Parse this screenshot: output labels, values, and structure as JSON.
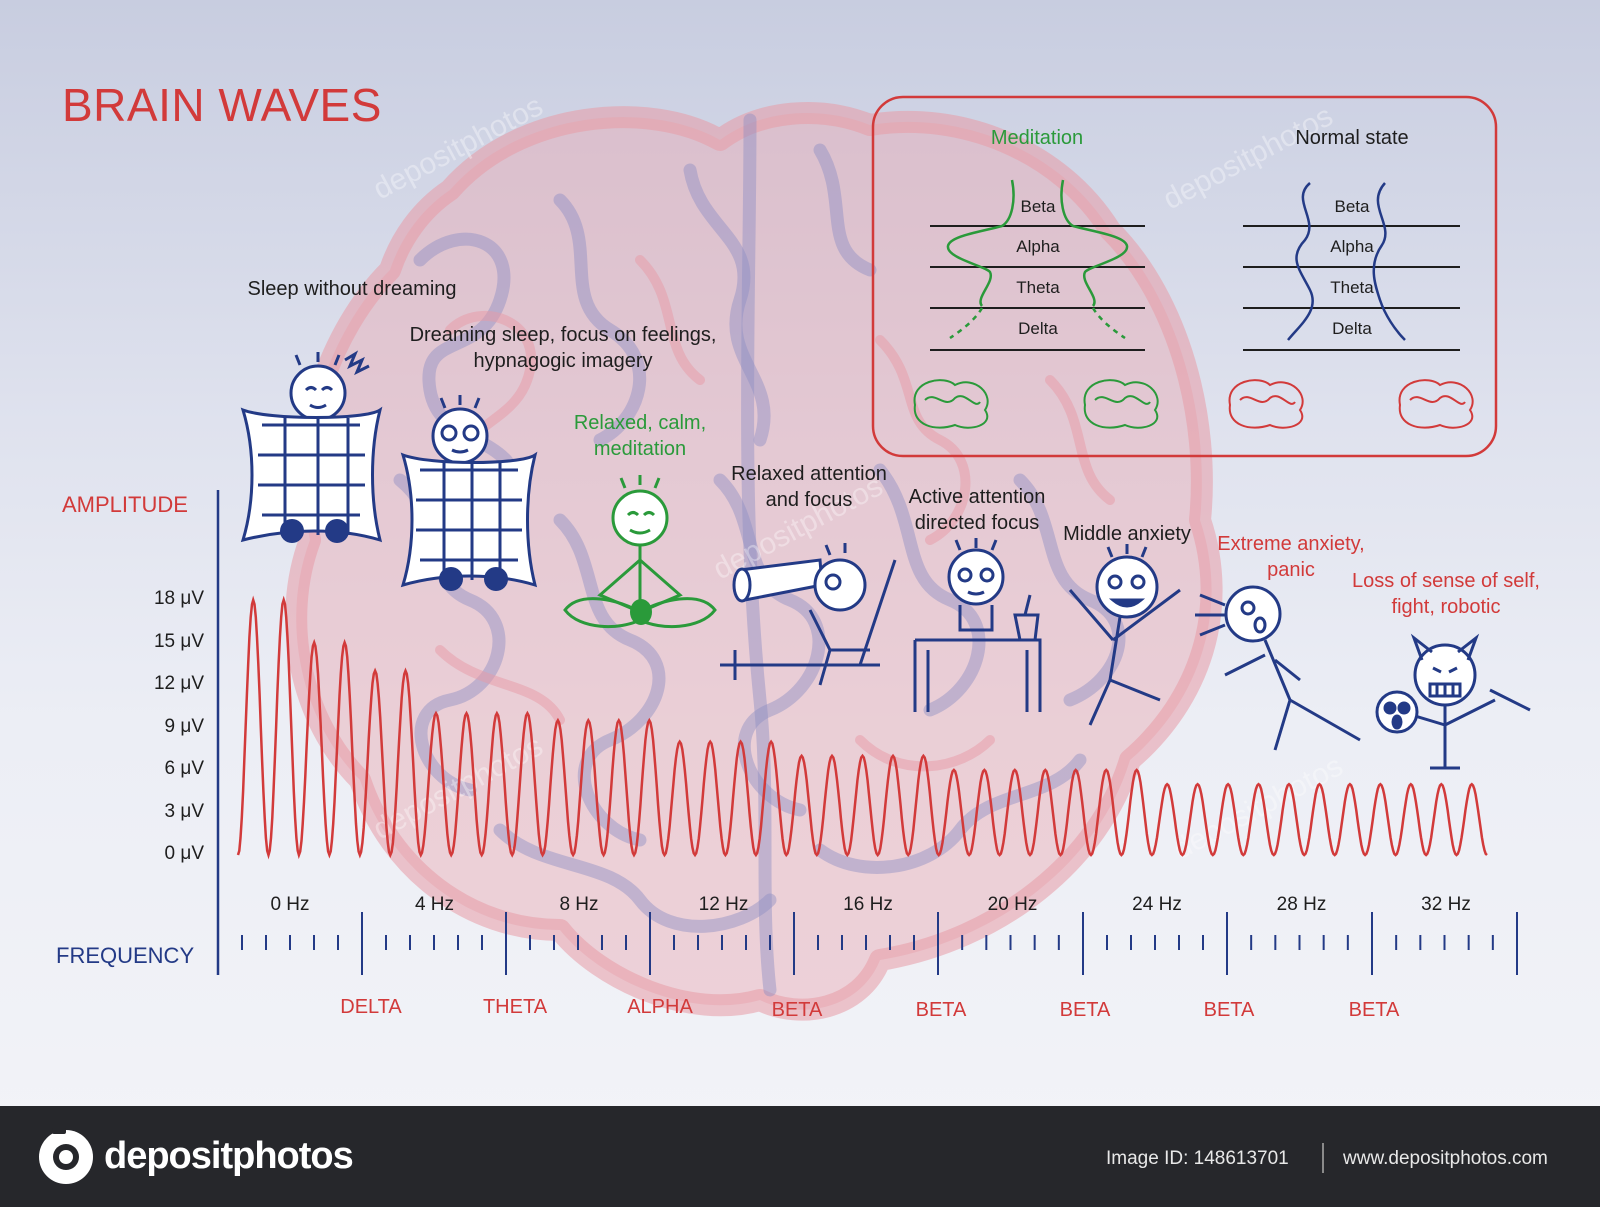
{
  "title": "BRAIN WAVES",
  "axes": {
    "amplitude_label": "AMPLITUDE",
    "frequency_label": "FREQUENCY",
    "amplitude_ticks": [
      "18 μV",
      "15 μV",
      "12 μV",
      "9 μV",
      "6 μV",
      "3 μV",
      "0 μV"
    ],
    "frequency_ticks": [
      "0 Hz",
      "4 Hz",
      "8 Hz",
      "12 Hz",
      "16 Hz",
      "20 Hz",
      "24 Hz",
      "28 Hz",
      "32 Hz"
    ],
    "bands": [
      "DELTA",
      "THETA",
      "ALPHA",
      "BETA",
      "BETA",
      "BETA",
      "BETA",
      "BETA"
    ]
  },
  "states": [
    {
      "text": "Sleep without dreaming",
      "color": "#1e1e1e"
    },
    {
      "text": "Dreaming sleep, focus on feelings,\nhypnagogic imagery",
      "color": "#1e1e1e"
    },
    {
      "text": "Relaxed, calm,\nmeditation",
      "color": "#2a9a3a"
    },
    {
      "text": "Relaxed attention\nand focus",
      "color": "#1e1e1e"
    },
    {
      "text": "Active attention\ndirected focus",
      "color": "#1e1e1e"
    },
    {
      "text": "Middle anxiety",
      "color": "#1e1e1e"
    },
    {
      "text": "Extreme anxiety,\npanic",
      "color": "#d23a3a"
    },
    {
      "text": "Loss of sense of self,\nfight, robotic",
      "color": "#d23a3a"
    }
  ],
  "inset": {
    "meditation_title": "Meditation",
    "normal_title": "Normal state",
    "levels": [
      "Beta",
      "Alpha",
      "Theta",
      "Delta"
    ]
  },
  "wave": {
    "segments": [
      {
        "cycles": 2,
        "amp": 18
      },
      {
        "cycles": 2,
        "amp": 15
      },
      {
        "cycles": 2,
        "amp": 13
      },
      {
        "cycles": 4,
        "amp": 10
      },
      {
        "cycles": 4,
        "amp": 9.5
      },
      {
        "cycles": 4,
        "amp": 8
      },
      {
        "cycles": 5,
        "amp": 7
      },
      {
        "cycles": 7,
        "amp": 6
      },
      {
        "cycles": 11,
        "amp": 5
      }
    ]
  },
  "colors": {
    "red": "#d23a3a",
    "blue": "#233a86",
    "green": "#2a9a3a"
  },
  "footer": {
    "brand": "depositphotos",
    "image_id": "Image ID: 148613701",
    "site": "www.depositphotos.com"
  }
}
